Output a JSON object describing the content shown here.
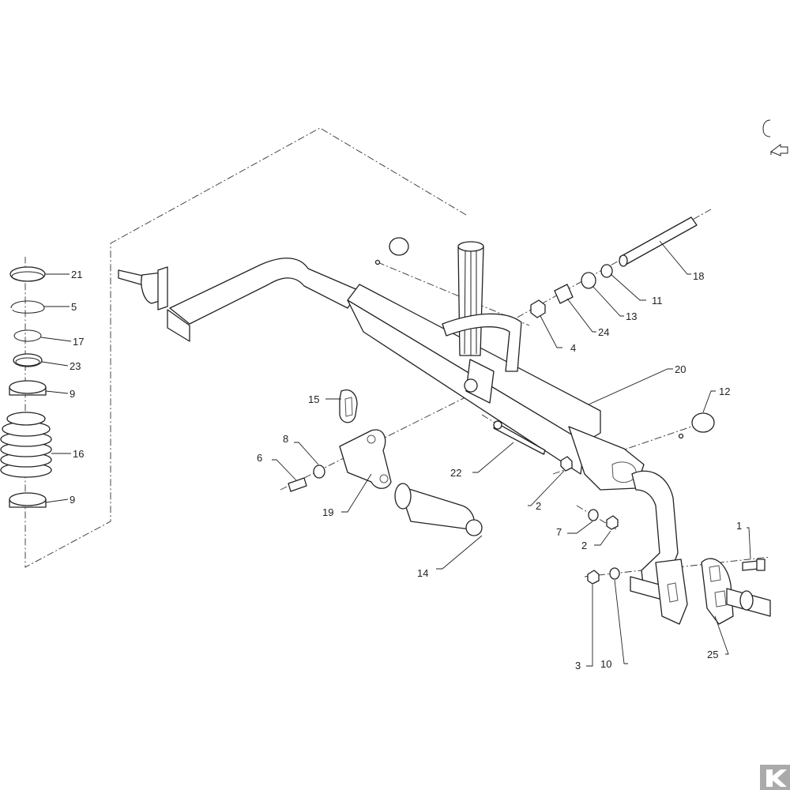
{
  "callouts": [
    {
      "label": "21"
    },
    {
      "label": "5"
    },
    {
      "label": "17"
    },
    {
      "label": "23"
    },
    {
      "label": "9"
    },
    {
      "label": "16"
    },
    {
      "label": "9"
    },
    {
      "label": "18"
    },
    {
      "label": "11"
    },
    {
      "label": "13"
    },
    {
      "label": "24"
    },
    {
      "label": "4"
    },
    {
      "label": "20"
    },
    {
      "label": "12"
    },
    {
      "label": "15"
    },
    {
      "label": "8"
    },
    {
      "label": "6"
    },
    {
      "label": "19"
    },
    {
      "label": "22"
    },
    {
      "label": "2"
    },
    {
      "label": "7"
    },
    {
      "label": "2"
    },
    {
      "label": "14"
    },
    {
      "label": "1"
    },
    {
      "label": "3"
    },
    {
      "label": "10"
    },
    {
      "label": "25"
    }
  ],
  "colors": {
    "line": "#222222",
    "background": "#ffffff",
    "logo_bg": "#aaaaaa"
  },
  "icons": {
    "corner": "page-arrow-icon",
    "logo": "brand-logo-icon"
  }
}
